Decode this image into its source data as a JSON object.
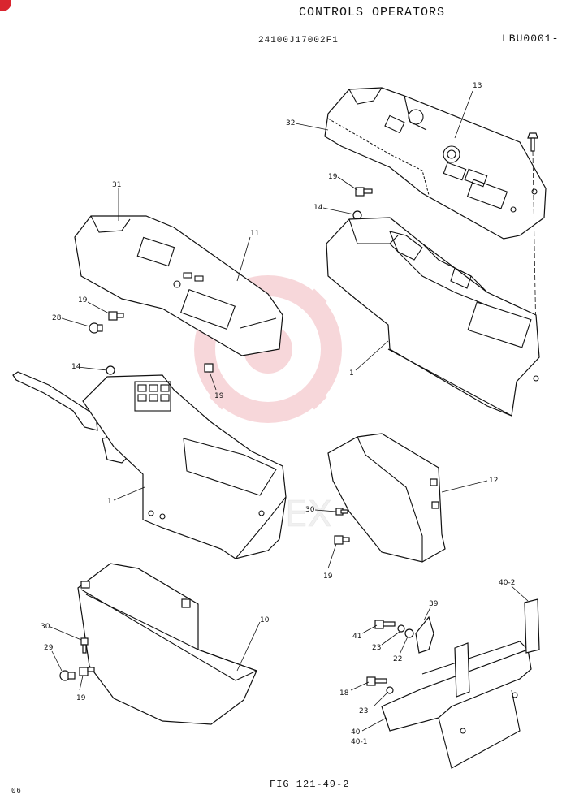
{
  "header": {
    "title": "CONTROLS OPERATORS",
    "part_number": "24100J17002F1",
    "reference": "LBU0001-"
  },
  "footer": {
    "figure": "FIG 121-49-2",
    "page": "06"
  },
  "watermark": {
    "text": "ИНТЕХ",
    "color": "#f2b8bc"
  },
  "callouts": {
    "c13": "13",
    "c32": "32",
    "c19a": "19",
    "c14a": "14",
    "c1a": "1",
    "c31": "31",
    "c11": "11",
    "c19b": "19",
    "c28": "28",
    "c14b": "14",
    "c19c": "19",
    "c1b": "1",
    "c12": "12",
    "c30a": "30",
    "c19d": "19",
    "c10": "10",
    "c30b": "30",
    "c29": "29",
    "c19e": "19",
    "c40_2": "40-2",
    "c39": "39",
    "c41": "41",
    "c23a": "23",
    "c22": "22",
    "c18": "18",
    "c23b": "23",
    "c40": "40",
    "c40_1": "40-1"
  }
}
